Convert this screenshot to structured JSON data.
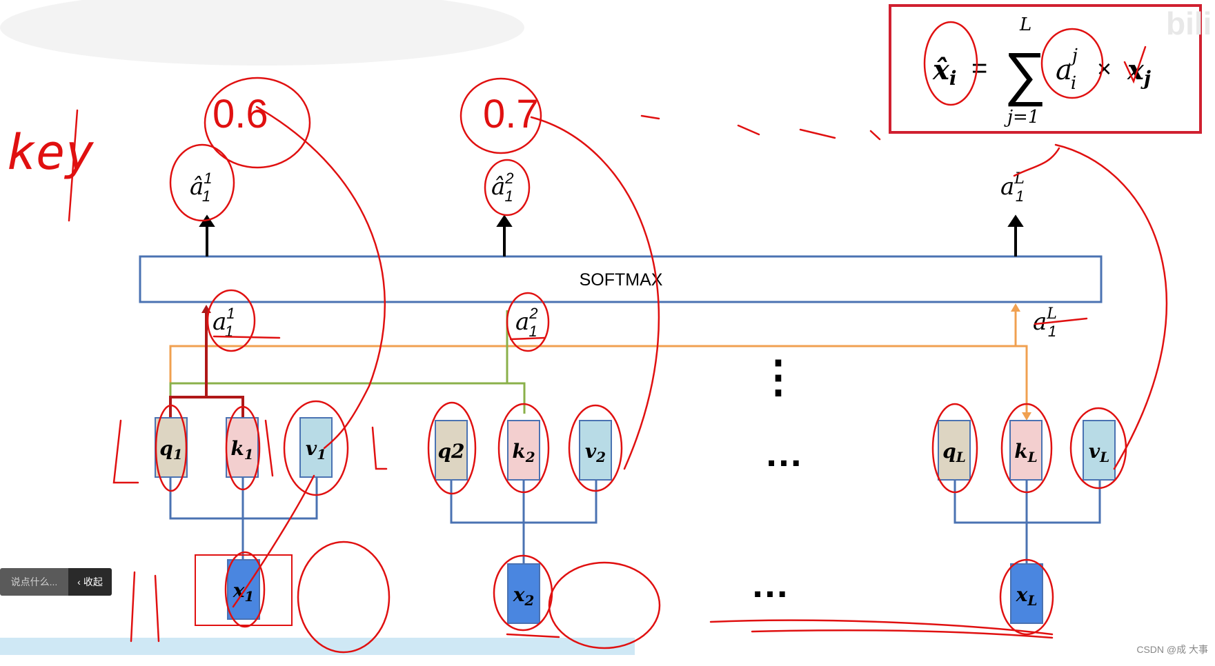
{
  "softmax_label": "SOFTMAX",
  "formula": {
    "lhs_hat": "x̂",
    "lhs_sub": "i",
    "equals": "=",
    "sum_symbol": "∑",
    "sum_upper": "L",
    "sum_lower": "j=1",
    "a_base": "a",
    "a_sub": "i",
    "a_sup": "j",
    "times": "×",
    "x_base": "x",
    "x_sub": "j"
  },
  "outputs": [
    {
      "base": "â",
      "sub": "1",
      "sup": "1"
    },
    {
      "base": "â",
      "sub": "1",
      "sup": "2"
    },
    {
      "base": "a",
      "sub": "1",
      "sup": "L"
    }
  ],
  "scores": [
    {
      "base": "a",
      "sub": "1",
      "sup": "1"
    },
    {
      "base": "a",
      "sub": "1",
      "sup": "2"
    },
    {
      "base": "a",
      "sub": "1",
      "sup": "L"
    }
  ],
  "groups": [
    {
      "q": {
        "base": "q",
        "sub": "1"
      },
      "k": {
        "base": "k",
        "sub": "1"
      },
      "v": {
        "base": "v",
        "sub": "1"
      },
      "x": {
        "base": "x",
        "sub": "1"
      }
    },
    {
      "q": {
        "base": "q2",
        "sub": ""
      },
      "k": {
        "base": "k",
        "sub": "2"
      },
      "v": {
        "base": "v",
        "sub": "2"
      },
      "x": {
        "base": "x",
        "sub": "2"
      }
    },
    {
      "q": {
        "base": "q",
        "sub": "L"
      },
      "k": {
        "base": "k",
        "sub": "L"
      },
      "v": {
        "base": "v",
        "sub": "L"
      },
      "x": {
        "base": "x",
        "sub": "L"
      }
    }
  ],
  "ellipsis_h": "…",
  "ellipsis_v": "⋮",
  "handwriting": {
    "key": "key",
    "score_1": "0.6",
    "score_2": "0.7"
  },
  "comment_bar": {
    "placeholder": "说点什么...",
    "collapse_label": "收起",
    "collapse_icon": "chevron-left-icon"
  },
  "watermark": "CSDN @成 大事",
  "colors": {
    "blue_line": "#4a72b2",
    "orange_line": "#f0a050",
    "green_line": "#8ab04a",
    "dark_red": "#b01818",
    "annotation_red": "#e01010",
    "q_fill": "#ddd5c2",
    "k_fill": "#f3cfcf",
    "v_fill": "#b8dbe6",
    "x_fill": "#4a86e0",
    "frame_red": "#d02030"
  }
}
